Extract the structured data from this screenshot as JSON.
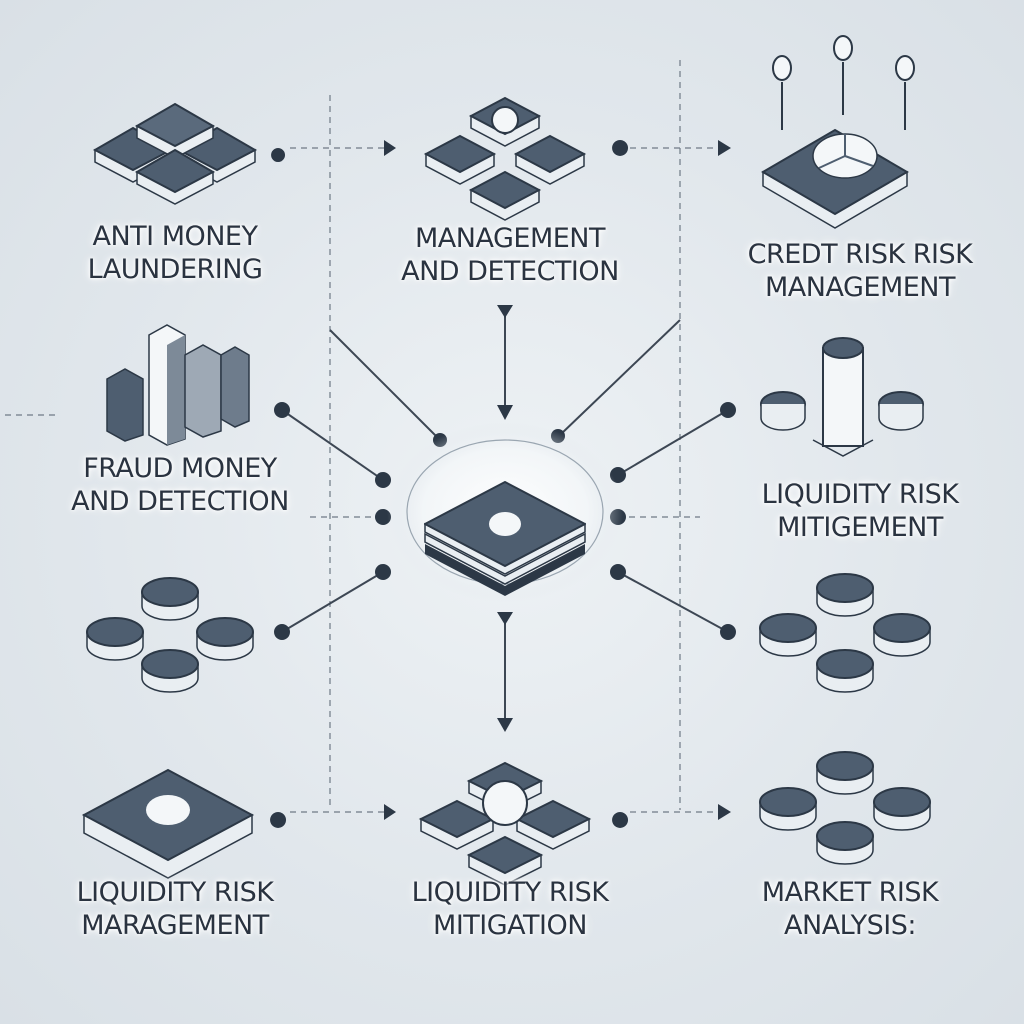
{
  "colors": {
    "background": "#e1e7ec",
    "tile_top": "#4e5e70",
    "tile_stroke": "#2c3846",
    "tile_stripe_light": "#e9eef2",
    "connector": "#3d4754",
    "label_text": "#2a3340"
  },
  "icons": [
    "stacked-tiles-icon",
    "bar-chart-icon",
    "coin-cluster-icon",
    "pin-icon",
    "pie-chart-icon",
    "cylinder-icon"
  ],
  "nodes": {
    "anti_money_laundering": {
      "line1": "ANTI MONEY",
      "line2": "LAUNDERING"
    },
    "management_detection": {
      "line1": "MANAGEMENT",
      "line2": "AND DETECTION"
    },
    "credit_risk": {
      "line1": "CREDT RISK RISK",
      "line2": "MANAGEMENT"
    },
    "fraud": {
      "line1": "FRAUD MONEY",
      "line2": "AND DETECTION"
    },
    "liquidity_mitigement": {
      "line1": "LIQUIDITY RISK",
      "line2": "MITIGEMENT"
    },
    "liquidity_management": {
      "line1": "LIQUIDITY RISK",
      "line2": "MARAGEMENT"
    },
    "liquidity_mitigation": {
      "line1": "LIQUIDITY RISK",
      "line2": "MITIGATION"
    },
    "market_risk": {
      "line1": "MARKET RISK",
      "line2": "ANALYSIS:"
    }
  }
}
